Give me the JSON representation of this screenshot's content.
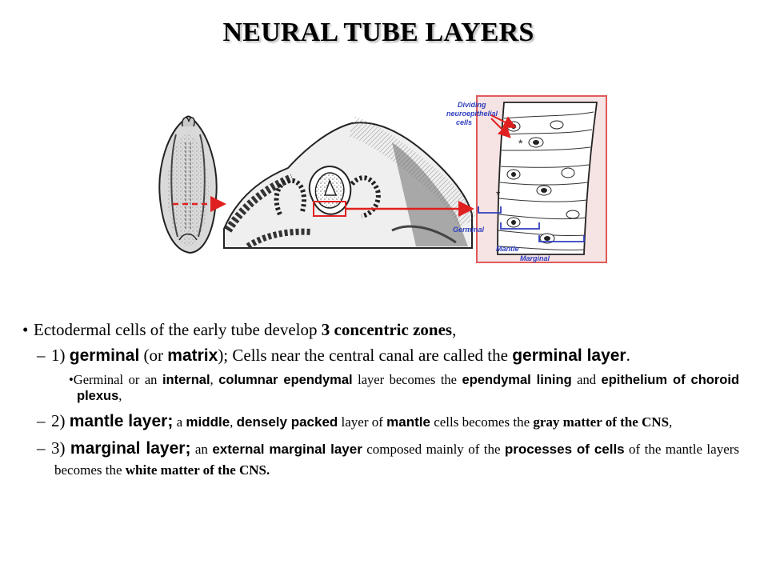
{
  "title": "NEURAL TUBE LAYERS",
  "figure": {
    "callout": [
      "Dividing",
      "neuroepithelial",
      "cells"
    ],
    "zones": {
      "germinal": "Germinal",
      "mantle": "Mantle",
      "marginal": "Marginal"
    }
  },
  "bullets": {
    "intro": {
      "pre": "Ectodermal cells of the early tube develop ",
      "bold": "3 concentric zones",
      "post": ","
    },
    "germinal": {
      "dash": "–",
      "p1": "1) ",
      "b1": "germinal",
      "p2": " (or ",
      "b2": "matrix",
      "p3": "); Cells near the central canal are called the ",
      "b3": "germinal layer",
      "p4": "."
    },
    "germinal_sub": {
      "dot": "•",
      "p1": "Germinal or an ",
      "b1": "internal",
      "p2": ", ",
      "b2": "columnar ependymal",
      "p3": " layer becomes the ",
      "b3": "ependymal lining",
      "p4": " and ",
      "b4": "epithelium of choroid plexus",
      "p5": ","
    },
    "mantle": {
      "dash": "–",
      "p1": "2) ",
      "b1": "mantle layer;",
      "p2": " a ",
      "b2": "middle",
      "p3": ", ",
      "b3": "densely packed",
      "p4": " layer of ",
      "b4": "mantle",
      "p5": " cells becomes the ",
      "b5": "gray matter of the CNS",
      "p6": ","
    },
    "marginal": {
      "dash": "–",
      "p1": "3) ",
      "b1": "marginal layer;",
      "p2": " an ",
      "b2": "external marginal layer",
      "p3": " composed mainly of the ",
      "b3": "processes of cells",
      "p4": " of the mantle layers becomes the ",
      "b4": "white matter of the CNS."
    }
  }
}
